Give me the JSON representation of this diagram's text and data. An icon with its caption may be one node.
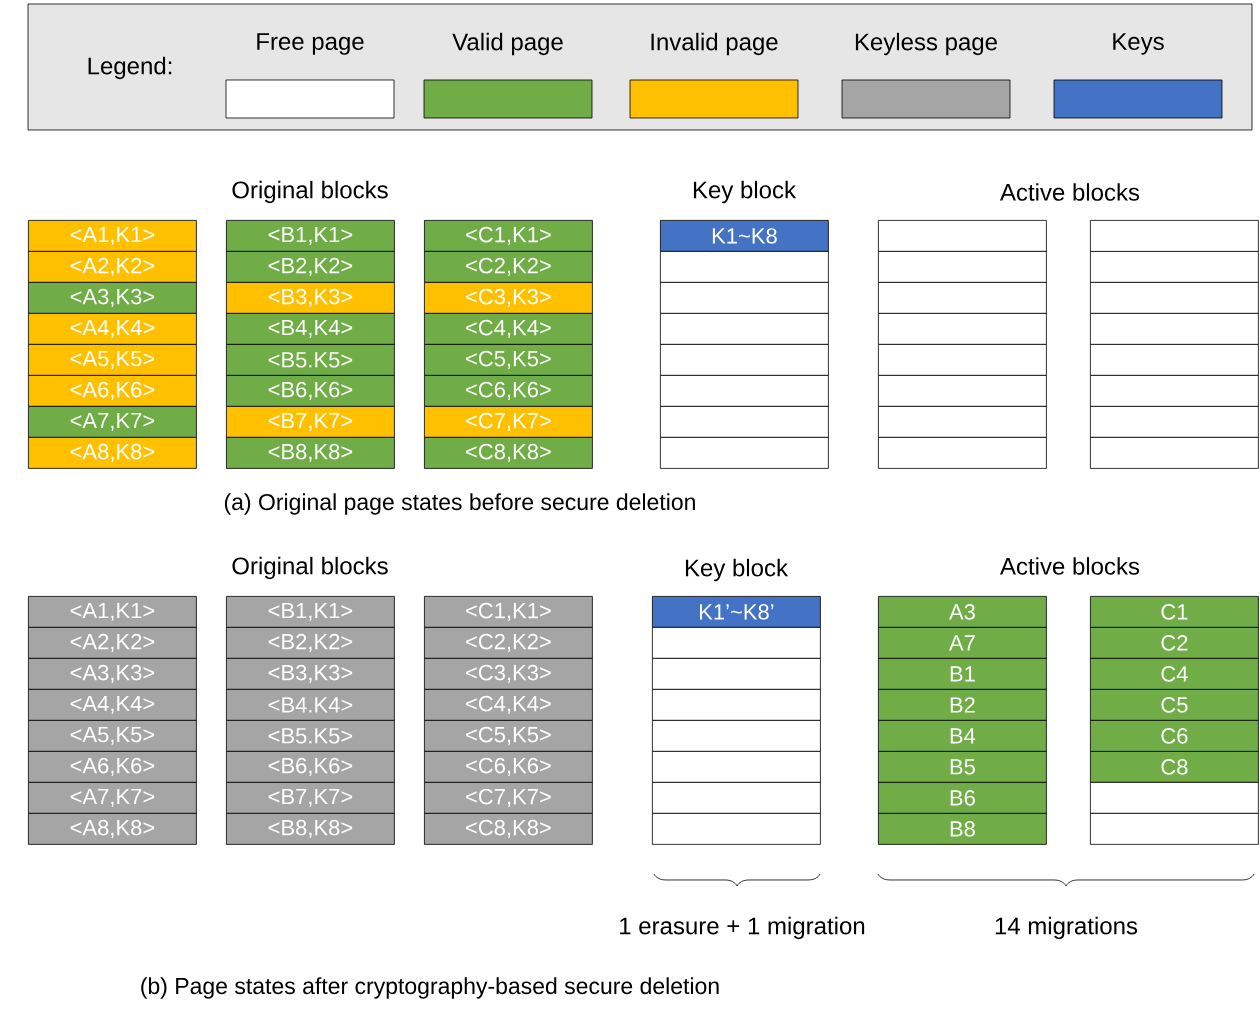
{
  "diagram": {
    "nodes": [
      {
        "text": [
          "<A1,K1>"
        ]
      },
      {
        "text": [
          "<A2,K2>"
        ]
      },
      {
        "text": [
          "<A3,K3>"
        ]
      },
      {
        "text": [
          "<A4,K4>"
        ]
      },
      {
        "text": [
          "<A5,K5>"
        ]
      },
      {
        "text": [
          "<A6,K6>"
        ]
      },
      {
        "text": [
          "<A7,K7>"
        ]
      },
      {
        "text": [
          "<A8,K8>"
        ]
      },
      {
        "text": [
          "<B1,K1>"
        ]
      },
      {
        "text": [
          "<B2,K2>"
        ]
      },
      {
        "text": [
          "<B3,K3>"
        ]
      },
      {
        "text": [
          "<B4,K4>"
        ]
      },
      {
        "text": [
          "<B5.K5>"
        ]
      },
      {
        "text": [
          "<B6,K6>"
        ]
      },
      {
        "text": [
          "<B7,K7>"
        ]
      },
      {
        "text": [
          "<B8,K8>"
        ]
      },
      {
        "text": [
          "<C1,K1>"
        ]
      },
      {
        "text": [
          "<C2,K2>"
        ]
      },
      {
        "text": [
          "<C3,K3>"
        ]
      },
      {
        "text": [
          "<C4,K4>"
        ]
      },
      {
        "text": [
          "<C5,K5>"
        ]
      },
      {
        "text": [
          "<C6,K6>"
        ]
      },
      {
        "text": [
          "<C7,K7>"
        ]
      },
      {
        "text": [
          "<C8,K8>"
        ]
      },
      {
        "text": [
          "K1~K8"
        ]
      },
      {
        "text": [],
        "shape": "box"
      },
      {
        "text": [],
        "shape": "box"
      },
      {
        "text": [],
        "shape": "box"
      },
      {
        "text": [],
        "shape": "box"
      },
      {
        "text": [],
        "shape": "box"
      },
      {
        "text": [],
        "shape": "box"
      },
      {
        "text": [],
        "shape": "box"
      },
      {
        "text": [],
        "shape": "box"
      },
      {
        "text": [],
        "shape": "box"
      },
      {
        "text": [],
        "shape": "box"
      },
      {
        "text": [],
        "shape": "box"
      },
      {
        "text": [],
        "shape": "box"
      },
      {
        "text": [],
        "shape": "box"
      },
      {
        "text": [],
        "shape": "box"
      },
      {
        "text": [],
        "shape": "box"
      },
      {
        "text": [],
        "shape": "box"
      },
      {
        "text": [],
        "shape": "box"
      },
      {
        "text": [],
        "shape": "box"
      },
      {
        "text": [],
        "shape": "box"
      },
      {
        "text": [],
        "shape": "box"
      },
      {
        "text": [],
        "shape": "box"
      },
      {
        "text": [],
        "shape": "box"
      },
      {
        "text": [],
        "shape": "box"
      },
      {
        "text": [
          "<A1,K1>"
        ]
      },
      {
        "text": [
          "<A2,K2>"
        ]
      },
      {
        "text": [
          "<A3,K3>"
        ]
      },
      {
        "text": [
          "<A4,K4>"
        ]
      },
      {
        "text": [
          "<A5,K5>"
        ]
      },
      {
        "text": [
          "<A6,K6>"
        ]
      },
      {
        "text": [
          "<A7,K7>"
        ]
      },
      {
        "text": [
          "<A8,K8>"
        ]
      },
      {
        "text": [
          "<B1,K1>"
        ]
      },
      {
        "text": [
          "<B2,K2>"
        ]
      },
      {
        "text": [
          "<B3,K3>"
        ]
      },
      {
        "text": [
          "<B4.K4>"
        ]
      },
      {
        "text": [
          "<B5.K5>"
        ]
      },
      {
        "text": [
          "<B6,K6>"
        ]
      },
      {
        "text": [
          "<B7,K7>"
        ]
      },
      {
        "text": [
          "<B8,K8>"
        ]
      },
      {
        "text": [
          "<C1,K1>"
        ]
      },
      {
        "text": [
          "<C2,K2>"
        ]
      },
      {
        "text": [
          "<C3,K3>"
        ]
      },
      {
        "text": [
          "<C4,K4>"
        ]
      },
      {
        "text": [
          "<C5,K5>"
        ]
      },
      {
        "text": [
          "<C6,K6>"
        ]
      },
      {
        "text": [
          "<C7,K7>"
        ]
      },
      {
        "text": [
          "<C8,K8>"
        ]
      },
      {
        "text": [
          "K1’~K8’"
        ]
      },
      {
        "text": [],
        "shape": "box"
      },
      {
        "text": [],
        "shape": "box"
      },
      {
        "text": [],
        "shape": "box"
      },
      {
        "text": [],
        "shape": "box"
      },
      {
        "text": [],
        "shape": "box"
      },
      {
        "text": [],
        "shape": "box"
      },
      {
        "text": [],
        "shape": "box"
      },
      {
        "text": [
          "A3"
        ]
      },
      {
        "text": [
          "A7"
        ]
      },
      {
        "text": [
          "B1"
        ]
      },
      {
        "text": [
          "B2"
        ]
      },
      {
        "text": [
          "B4"
        ]
      },
      {
        "text": [
          "B5"
        ]
      },
      {
        "text": [
          "B6"
        ]
      },
      {
        "text": [
          "B8"
        ]
      },
      {
        "text": [
          "C1"
        ]
      },
      {
        "text": [
          "C2"
        ]
      },
      {
        "text": [
          "C4"
        ]
      },
      {
        "text": [
          "C5"
        ]
      },
      {
        "text": [
          "C6"
        ]
      },
      {
        "text": [
          "C8"
        ]
      },
      {
        "text": [],
        "shape": "box"
      },
      {
        "text": [],
        "shape": "box"
      }
    ],
    "labels": [
      "Legend:",
      "Original blocks",
      "Key block",
      "Active blocks",
      "(a) Original page states before secure deletion",
      "Original blocks",
      "Key block",
      "Active blocks",
      "1 erasure + 1 migration",
      "14 migrations",
      "(b) Page states after cryptography-based secure deletion"
    ],
    "legend": [
      {
        "text": "Free page",
        "color": "#ffffff"
      },
      {
        "text": "Valid page",
        "color": "#70ad47"
      },
      {
        "text": "Invalid page",
        "color": "#ffc000"
      },
      {
        "text": "Keyless page",
        "color": "#a5a5a5"
      },
      {
        "text": "Keys",
        "color": "#4472c4"
      }
    ]
  }
}
